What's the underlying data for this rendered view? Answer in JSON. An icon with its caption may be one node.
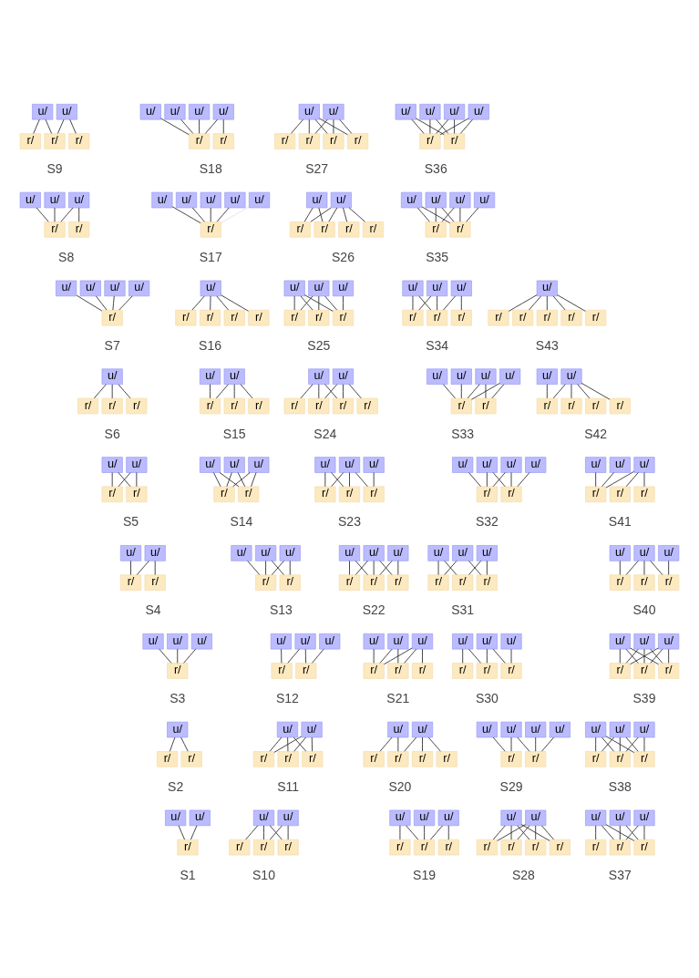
{
  "diagram": {
    "nodes": [
      {
        "text": [
          "u/"
        ]
      },
      {
        "text": [
          "u/"
        ]
      },
      {
        "text": [
          "r/"
        ]
      },
      {
        "text": [
          "r/"
        ]
      },
      {
        "text": [
          "r/"
        ]
      },
      {
        "text": [
          "u/"
        ]
      },
      {
        "text": [
          "u/"
        ]
      },
      {
        "text": [
          "u/"
        ]
      },
      {
        "text": [
          "u/"
        ]
      },
      {
        "text": [
          "r/"
        ]
      },
      {
        "text": [
          "r/"
        ]
      },
      {
        "text": [
          "u/"
        ]
      },
      {
        "text": [
          "u/"
        ]
      },
      {
        "text": [
          "r/"
        ]
      },
      {
        "text": [
          "r/"
        ]
      },
      {
        "text": [
          "r/"
        ]
      },
      {
        "text": [
          "r/"
        ]
      },
      {
        "text": [
          "u/"
        ]
      },
      {
        "text": [
          "u/"
        ]
      },
      {
        "text": [
          "u/"
        ]
      },
      {
        "text": [
          "u/"
        ]
      },
      {
        "text": [
          "r/"
        ]
      },
      {
        "text": [
          "r/"
        ]
      },
      {
        "text": [
          "u/"
        ]
      },
      {
        "text": [
          "u/"
        ]
      },
      {
        "text": [
          "u/"
        ]
      },
      {
        "text": [
          "r/"
        ]
      },
      {
        "text": [
          "r/"
        ]
      },
      {
        "text": [
          "u/"
        ]
      },
      {
        "text": [
          "u/"
        ]
      },
      {
        "text": [
          "u/"
        ]
      },
      {
        "text": [
          "u/"
        ]
      },
      {
        "text": [
          "u/"
        ]
      },
      {
        "text": [
          "r/"
        ]
      },
      {
        "text": [
          "u/"
        ]
      },
      {
        "text": [
          "u/"
        ]
      },
      {
        "text": [
          "r/"
        ]
      },
      {
        "text": [
          "r/"
        ]
      },
      {
        "text": [
          "r/"
        ]
      },
      {
        "text": [
          "r/"
        ]
      },
      {
        "text": [
          "u/"
        ]
      },
      {
        "text": [
          "u/"
        ]
      },
      {
        "text": [
          "u/"
        ]
      },
      {
        "text": [
          "u/"
        ]
      },
      {
        "text": [
          "r/"
        ]
      },
      {
        "text": [
          "r/"
        ]
      },
      {
        "text": [
          "u/"
        ]
      },
      {
        "text": [
          "u/"
        ]
      },
      {
        "text": [
          "u/"
        ]
      },
      {
        "text": [
          "u/"
        ]
      },
      {
        "text": [
          "r/"
        ]
      },
      {
        "text": [
          "u/"
        ]
      },
      {
        "text": [
          "r/"
        ]
      },
      {
        "text": [
          "r/"
        ]
      },
      {
        "text": [
          "r/"
        ]
      },
      {
        "text": [
          "r/"
        ]
      },
      {
        "text": [
          "u/"
        ]
      },
      {
        "text": [
          "u/"
        ]
      },
      {
        "text": [
          "u/"
        ]
      },
      {
        "text": [
          "r/"
        ]
      },
      {
        "text": [
          "r/"
        ]
      },
      {
        "text": [
          "r/"
        ]
      },
      {
        "text": [
          "u/"
        ]
      },
      {
        "text": [
          "u/"
        ]
      },
      {
        "text": [
          "u/"
        ]
      },
      {
        "text": [
          "r/"
        ]
      },
      {
        "text": [
          "r/"
        ]
      },
      {
        "text": [
          "r/"
        ]
      },
      {
        "text": [
          "u/"
        ]
      },
      {
        "text": [
          "r/"
        ]
      },
      {
        "text": [
          "r/"
        ]
      },
      {
        "text": [
          "r/"
        ]
      },
      {
        "text": [
          "r/"
        ]
      },
      {
        "text": [
          "r/"
        ]
      },
      {
        "text": [
          "u/"
        ]
      },
      {
        "text": [
          "r/"
        ]
      },
      {
        "text": [
          "r/"
        ]
      },
      {
        "text": [
          "r/"
        ]
      },
      {
        "text": [
          "u/"
        ]
      },
      {
        "text": [
          "u/"
        ]
      },
      {
        "text": [
          "r/"
        ]
      },
      {
        "text": [
          "r/"
        ]
      },
      {
        "text": [
          "r/"
        ]
      },
      {
        "text": [
          "u/"
        ]
      },
      {
        "text": [
          "u/"
        ]
      },
      {
        "text": [
          "r/"
        ]
      },
      {
        "text": [
          "r/"
        ]
      },
      {
        "text": [
          "r/"
        ]
      },
      {
        "text": [
          "r/"
        ]
      },
      {
        "text": [
          "u/"
        ]
      },
      {
        "text": [
          "u/"
        ]
      },
      {
        "text": [
          "u/"
        ]
      },
      {
        "text": [
          "u/"
        ]
      },
      {
        "text": [
          "r/"
        ]
      },
      {
        "text": [
          "r/"
        ]
      },
      {
        "text": [
          "u/"
        ]
      },
      {
        "text": [
          "u/"
        ]
      },
      {
        "text": [
          "r/"
        ]
      },
      {
        "text": [
          "r/"
        ]
      },
      {
        "text": [
          "r/"
        ]
      },
      {
        "text": [
          "r/"
        ]
      },
      {
        "text": [
          "u/"
        ]
      },
      {
        "text": [
          "u/"
        ]
      },
      {
        "text": [
          "r/"
        ]
      },
      {
        "text": [
          "r/"
        ]
      },
      {
        "text": [
          "u/"
        ]
      },
      {
        "text": [
          "u/"
        ]
      },
      {
        "text": [
          "u/"
        ]
      },
      {
        "text": [
          "r/"
        ]
      },
      {
        "text": [
          "r/"
        ]
      },
      {
        "text": [
          "u/"
        ]
      },
      {
        "text": [
          "u/"
        ]
      },
      {
        "text": [
          "u/"
        ]
      },
      {
        "text": [
          "r/"
        ]
      },
      {
        "text": [
          "r/"
        ]
      },
      {
        "text": [
          "r/"
        ]
      },
      {
        "text": [
          "u/"
        ]
      },
      {
        "text": [
          "u/"
        ]
      },
      {
        "text": [
          "u/"
        ]
      },
      {
        "text": [
          "u/"
        ]
      },
      {
        "text": [
          "r/"
        ]
      },
      {
        "text": [
          "r/"
        ]
      },
      {
        "text": [
          "u/"
        ]
      },
      {
        "text": [
          "u/"
        ]
      },
      {
        "text": [
          "u/"
        ]
      },
      {
        "text": [
          "r/"
        ]
      },
      {
        "text": [
          "r/"
        ]
      },
      {
        "text": [
          "r/"
        ]
      },
      {
        "text": [
          "u/"
        ]
      },
      {
        "text": [
          "u/"
        ]
      },
      {
        "text": [
          "r/"
        ]
      },
      {
        "text": [
          "r/"
        ]
      },
      {
        "text": [
          "u/"
        ]
      },
      {
        "text": [
          "u/"
        ]
      },
      {
        "text": [
          "u/"
        ]
      },
      {
        "text": [
          "r/"
        ]
      },
      {
        "text": [
          "r/"
        ]
      },
      {
        "text": [
          "u/"
        ]
      },
      {
        "text": [
          "u/"
        ]
      },
      {
        "text": [
          "u/"
        ]
      },
      {
        "text": [
          "r/"
        ]
      },
      {
        "text": [
          "r/"
        ]
      },
      {
        "text": [
          "r/"
        ]
      },
      {
        "text": [
          "u/"
        ]
      },
      {
        "text": [
          "u/"
        ]
      },
      {
        "text": [
          "u/"
        ]
      },
      {
        "text": [
          "r/"
        ]
      },
      {
        "text": [
          "r/"
        ]
      },
      {
        "text": [
          "r/"
        ]
      },
      {
        "text": [
          "u/"
        ]
      },
      {
        "text": [
          "u/"
        ]
      },
      {
        "text": [
          "u/"
        ]
      },
      {
        "text": [
          "r/"
        ]
      },
      {
        "text": [
          "r/"
        ]
      },
      {
        "text": [
          "r/"
        ]
      },
      {
        "text": [
          "u/"
        ]
      },
      {
        "text": [
          "u/"
        ]
      },
      {
        "text": [
          "u/"
        ]
      },
      {
        "text": [
          "r/"
        ]
      },
      {
        "text": [
          "u/"
        ]
      },
      {
        "text": [
          "u/"
        ]
      },
      {
        "text": [
          "u/"
        ]
      },
      {
        "text": [
          "r/"
        ]
      },
      {
        "text": [
          "r/"
        ]
      },
      {
        "text": [
          "u/"
        ]
      },
      {
        "text": [
          "u/"
        ]
      },
      {
        "text": [
          "u/"
        ]
      },
      {
        "text": [
          "r/"
        ]
      },
      {
        "text": [
          "r/"
        ]
      },
      {
        "text": [
          "r/"
        ]
      },
      {
        "text": [
          "u/"
        ]
      },
      {
        "text": [
          "u/"
        ]
      },
      {
        "text": [
          "u/"
        ]
      },
      {
        "text": [
          "r/"
        ]
      },
      {
        "text": [
          "r/"
        ]
      },
      {
        "text": [
          "r/"
        ]
      },
      {
        "text": [
          "u/"
        ]
      },
      {
        "text": [
          "u/"
        ]
      },
      {
        "text": [
          "u/"
        ]
      },
      {
        "text": [
          "r/"
        ]
      },
      {
        "text": [
          "r/"
        ]
      },
      {
        "text": [
          "r/"
        ]
      },
      {
        "text": [
          "u/"
        ]
      },
      {
        "text": [
          "r/"
        ]
      },
      {
        "text": [
          "r/"
        ]
      },
      {
        "text": [
          "u/"
        ]
      },
      {
        "text": [
          "u/"
        ]
      },
      {
        "text": [
          "r/"
        ]
      },
      {
        "text": [
          "r/"
        ]
      },
      {
        "text": [
          "r/"
        ]
      },
      {
        "text": [
          "u/"
        ]
      },
      {
        "text": [
          "u/"
        ]
      },
      {
        "text": [
          "r/"
        ]
      },
      {
        "text": [
          "r/"
        ]
      },
      {
        "text": [
          "r/"
        ]
      },
      {
        "text": [
          "r/"
        ]
      },
      {
        "text": [
          "u/"
        ]
      },
      {
        "text": [
          "u/"
        ]
      },
      {
        "text": [
          "u/"
        ]
      },
      {
        "text": [
          "u/"
        ]
      },
      {
        "text": [
          "r/"
        ]
      },
      {
        "text": [
          "r/"
        ]
      },
      {
        "text": [
          "u/"
        ]
      },
      {
        "text": [
          "u/"
        ]
      },
      {
        "text": [
          "u/"
        ]
      },
      {
        "text": [
          "r/"
        ]
      },
      {
        "text": [
          "r/"
        ]
      },
      {
        "text": [
          "r/"
        ]
      },
      {
        "text": [
          "u/"
        ]
      },
      {
        "text": [
          "u/"
        ]
      },
      {
        "text": [
          "r/"
        ]
      },
      {
        "text": [
          "u/"
        ]
      },
      {
        "text": [
          "u/"
        ]
      },
      {
        "text": [
          "r/"
        ]
      },
      {
        "text": [
          "r/"
        ]
      },
      {
        "text": [
          "r/"
        ]
      },
      {
        "text": [
          "u/"
        ]
      },
      {
        "text": [
          "u/"
        ]
      },
      {
        "text": [
          "u/"
        ]
      },
      {
        "text": [
          "r/"
        ]
      },
      {
        "text": [
          "r/"
        ]
      },
      {
        "text": [
          "r/"
        ]
      },
      {
        "text": [
          "u/"
        ]
      },
      {
        "text": [
          "u/"
        ]
      },
      {
        "text": [
          "r/"
        ]
      },
      {
        "text": [
          "r/"
        ]
      },
      {
        "text": [
          "r/"
        ]
      },
      {
        "text": [
          "r/"
        ]
      },
      {
        "text": [
          "u/"
        ]
      },
      {
        "text": [
          "u/"
        ]
      },
      {
        "text": [
          "u/"
        ]
      },
      {
        "text": [
          "r/"
        ]
      },
      {
        "text": [
          "r/"
        ]
      },
      {
        "text": [
          "r/"
        ]
      }
    ],
    "edges": [
      {
        "from": 0,
        "to": 2,
        "arrow": "none"
      },
      {
        "from": 0,
        "to": 3,
        "arrow": "none"
      },
      {
        "from": 1,
        "to": 3,
        "arrow": "none"
      },
      {
        "from": 1,
        "to": 4,
        "arrow": "none"
      },
      {
        "from": 5,
        "to": 9,
        "arrow": "none"
      },
      {
        "from": 6,
        "to": 9,
        "arrow": "none"
      },
      {
        "from": 7,
        "to": 9,
        "arrow": "none"
      },
      {
        "from": 8,
        "to": 9,
        "arrow": "none"
      },
      {
        "from": 8,
        "to": 10,
        "arrow": "none"
      },
      {
        "from": 11,
        "to": 13,
        "arrow": "none"
      },
      {
        "from": 11,
        "to": 14,
        "arrow": "none"
      },
      {
        "from": 11,
        "to": 15,
        "arrow": "none"
      },
      {
        "from": 12,
        "to": 13,
        "arrow": "none"
      },
      {
        "from": 12,
        "to": 14,
        "arrow": "none"
      },
      {
        "from": 12,
        "to": 15,
        "arrow": "none"
      },
      {
        "from": 12,
        "to": 16,
        "arrow": "none"
      },
      {
        "from": 17,
        "to": 21,
        "arrow": "none"
      },
      {
        "from": 17,
        "to": 22,
        "arrow": "none"
      },
      {
        "from": 18,
        "to": 21,
        "arrow": "none"
      },
      {
        "from": 18,
        "to": 22,
        "arrow": "none"
      },
      {
        "from": 19,
        "to": 21,
        "arrow": "none"
      },
      {
        "from": 19,
        "to": 22,
        "arrow": "none"
      },
      {
        "from": 20,
        "to": 21,
        "arrow": "none"
      },
      {
        "from": 20,
        "to": 22,
        "arrow": "none"
      },
      {
        "from": 23,
        "to": 26,
        "arrow": "none"
      },
      {
        "from": 24,
        "to": 26,
        "arrow": "none"
      },
      {
        "from": 25,
        "to": 26,
        "arrow": "none"
      },
      {
        "from": 25,
        "to": 27,
        "arrow": "none"
      },
      {
        "from": 28,
        "to": 33,
        "arrow": "none"
      },
      {
        "from": 29,
        "to": 33,
        "arrow": "none"
      },
      {
        "from": 30,
        "to": 33,
        "arrow": "none",
        "color": "#dddddd"
      },
      {
        "from": 31,
        "to": 33,
        "arrow": "none"
      },
      {
        "from": 32,
        "to": 33,
        "arrow": "none"
      },
      {
        "from": 34,
        "to": 36,
        "arrow": "none"
      },
      {
        "from": 34,
        "to": 37,
        "arrow": "none"
      },
      {
        "from": 35,
        "to": 36,
        "arrow": "none"
      },
      {
        "from": 35,
        "to": 37,
        "arrow": "none"
      },
      {
        "from": 35,
        "to": 38,
        "arrow": "none"
      },
      {
        "from": 35,
        "to": 39,
        "arrow": "none"
      },
      {
        "from": 40,
        "to": 44,
        "arrow": "none"
      },
      {
        "from": 40,
        "to": 45,
        "arrow": "none"
      },
      {
        "from": 41,
        "to": 44,
        "arrow": "none"
      },
      {
        "from": 41,
        "to": 45,
        "arrow": "none"
      },
      {
        "from": 42,
        "to": 44,
        "arrow": "none"
      },
      {
        "from": 42,
        "to": 45,
        "arrow": "none"
      },
      {
        "from": 43,
        "to": 45,
        "arrow": "none"
      },
      {
        "from": 46,
        "to": 50,
        "arrow": "none"
      },
      {
        "from": 47,
        "to": 50,
        "arrow": "none"
      },
      {
        "from": 48,
        "to": 50,
        "arrow": "none"
      },
      {
        "from": 49,
        "to": 50,
        "arrow": "none"
      },
      {
        "from": 51,
        "to": 52,
        "arrow": "none"
      },
      {
        "from": 51,
        "to": 53,
        "arrow": "none"
      },
      {
        "from": 51,
        "to": 54,
        "arrow": "none"
      },
      {
        "from": 51,
        "to": 55,
        "arrow": "none"
      },
      {
        "from": 56,
        "to": 59,
        "arrow": "none"
      },
      {
        "from": 57,
        "to": 59,
        "arrow": "none"
      },
      {
        "from": 57,
        "to": 60,
        "arrow": "none"
      },
      {
        "from": 57,
        "to": 61,
        "arrow": "none"
      },
      {
        "from": 58,
        "to": 59,
        "arrow": "none"
      },
      {
        "from": 58,
        "to": 60,
        "arrow": "none"
      },
      {
        "from": 58,
        "to": 61,
        "arrow": "none"
      },
      {
        "from": 62,
        "to": 65,
        "arrow": "none"
      },
      {
        "from": 62,
        "to": 66,
        "arrow": "none"
      },
      {
        "from": 63,
        "to": 65,
        "arrow": "none"
      },
      {
        "from": 63,
        "to": 66,
        "arrow": "none"
      },
      {
        "from": 64,
        "to": 66,
        "arrow": "none"
      },
      {
        "from": 64,
        "to": 67,
        "arrow": "none"
      },
      {
        "from": 68,
        "to": 69,
        "arrow": "none"
      },
      {
        "from": 68,
        "to": 70,
        "arrow": "none"
      },
      {
        "from": 68,
        "to": 71,
        "arrow": "none"
      },
      {
        "from": 68,
        "to": 72,
        "arrow": "none"
      },
      {
        "from": 68,
        "to": 73,
        "arrow": "none"
      },
      {
        "from": 74,
        "to": 75,
        "arrow": "none"
      },
      {
        "from": 74,
        "to": 76,
        "arrow": "none"
      },
      {
        "from": 74,
        "to": 77,
        "arrow": "none"
      },
      {
        "from": 78,
        "to": 80,
        "arrow": "none"
      },
      {
        "from": 79,
        "to": 80,
        "arrow": "none"
      },
      {
        "from": 79,
        "to": 81,
        "arrow": "none"
      },
      {
        "from": 79,
        "to": 82,
        "arrow": "none"
      },
      {
        "from": 83,
        "to": 85,
        "arrow": "none"
      },
      {
        "from": 83,
        "to": 86,
        "arrow": "none"
      },
      {
        "from": 83,
        "to": 87,
        "arrow": "none"
      },
      {
        "from": 84,
        "to": 86,
        "arrow": "none"
      },
      {
        "from": 84,
        "to": 87,
        "arrow": "none"
      },
      {
        "from": 84,
        "to": 88,
        "arrow": "none"
      },
      {
        "from": 89,
        "to": 93,
        "arrow": "none"
      },
      {
        "from": 90,
        "to": 93,
        "arrow": "none"
      },
      {
        "from": 91,
        "to": 93,
        "arrow": "none"
      },
      {
        "from": 91,
        "to": 94,
        "arrow": "none"
      },
      {
        "from": 92,
        "to": 93,
        "arrow": "none"
      },
      {
        "from": 92,
        "to": 94,
        "arrow": "none"
      },
      {
        "from": 95,
        "to": 97,
        "arrow": "none"
      },
      {
        "from": 96,
        "to": 97,
        "arrow": "none"
      },
      {
        "from": 96,
        "to": 98,
        "arrow": "none"
      },
      {
        "from": 96,
        "to": 99,
        "arrow": "none"
      },
      {
        "from": 96,
        "to": 100,
        "arrow": "none"
      },
      {
        "from": 101,
        "to": 103,
        "arrow": "none"
      },
      {
        "from": 101,
        "to": 104,
        "arrow": "none"
      },
      {
        "from": 102,
        "to": 103,
        "arrow": "none"
      },
      {
        "from": 102,
        "to": 104,
        "arrow": "none"
      },
      {
        "from": 105,
        "to": 108,
        "arrow": "none"
      },
      {
        "from": 105,
        "to": 109,
        "arrow": "none"
      },
      {
        "from": 106,
        "to": 108,
        "arrow": "none"
      },
      {
        "from": 106,
        "to": 109,
        "arrow": "none"
      },
      {
        "from": 107,
        "to": 108,
        "arrow": "none"
      },
      {
        "from": 107,
        "to": 109,
        "arrow": "none"
      },
      {
        "from": 110,
        "to": 113,
        "arrow": "none"
      },
      {
        "from": 110,
        "to": 114,
        "arrow": "none"
      },
      {
        "from": 111,
        "to": 113,
        "arrow": "none"
      },
      {
        "from": 111,
        "to": 114,
        "arrow": "none"
      },
      {
        "from": 111,
        "to": 115,
        "arrow": "none"
      },
      {
        "from": 112,
        "to": 115,
        "arrow": "none"
      },
      {
        "from": 116,
        "to": 120,
        "arrow": "none"
      },
      {
        "from": 117,
        "to": 120,
        "arrow": "none"
      },
      {
        "from": 117,
        "to": 121,
        "arrow": "none"
      },
      {
        "from": 118,
        "to": 120,
        "arrow": "none"
      },
      {
        "from": 118,
        "to": 121,
        "arrow": "none"
      },
      {
        "from": 119,
        "to": 121,
        "arrow": "none"
      },
      {
        "from": 122,
        "to": 125,
        "arrow": "none"
      },
      {
        "from": 123,
        "to": 125,
        "arrow": "none"
      },
      {
        "from": 124,
        "to": 125,
        "arrow": "none"
      },
      {
        "from": 124,
        "to": 126,
        "arrow": "none"
      },
      {
        "from": 124,
        "to": 127,
        "arrow": "none"
      },
      {
        "from": 128,
        "to": 130,
        "arrow": "none"
      },
      {
        "from": 129,
        "to": 130,
        "arrow": "none"
      },
      {
        "from": 129,
        "to": 131,
        "arrow": "none"
      },
      {
        "from": 132,
        "to": 135,
        "arrow": "none"
      },
      {
        "from": 133,
        "to": 135,
        "arrow": "none"
      },
      {
        "from": 133,
        "to": 136,
        "arrow": "none"
      },
      {
        "from": 134,
        "to": 135,
        "arrow": "none"
      },
      {
        "from": 134,
        "to": 136,
        "arrow": "none"
      },
      {
        "from": 137,
        "to": 140,
        "arrow": "none"
      },
      {
        "from": 137,
        "to": 141,
        "arrow": "none"
      },
      {
        "from": 138,
        "to": 140,
        "arrow": "none"
      },
      {
        "from": 138,
        "to": 141,
        "arrow": "none"
      },
      {
        "from": 138,
        "to": 142,
        "arrow": "none"
      },
      {
        "from": 139,
        "to": 141,
        "arrow": "none"
      },
      {
        "from": 139,
        "to": 142,
        "arrow": "none"
      },
      {
        "from": 143,
        "to": 146,
        "arrow": "none"
      },
      {
        "from": 143,
        "to": 147,
        "arrow": "none"
      },
      {
        "from": 144,
        "to": 146,
        "arrow": "none"
      },
      {
        "from": 144,
        "to": 148,
        "arrow": "none"
      },
      {
        "from": 145,
        "to": 147,
        "arrow": "none"
      },
      {
        "from": 145,
        "to": 148,
        "arrow": "none"
      },
      {
        "from": 149,
        "to": 152,
        "arrow": "none"
      },
      {
        "from": 150,
        "to": 152,
        "arrow": "none"
      },
      {
        "from": 150,
        "to": 153,
        "arrow": "none"
      },
      {
        "from": 150,
        "to": 154,
        "arrow": "none"
      },
      {
        "from": 151,
        "to": 154,
        "arrow": "none"
      },
      {
        "from": 155,
        "to": 158,
        "arrow": "none"
      },
      {
        "from": 156,
        "to": 158,
        "arrow": "none"
      },
      {
        "from": 157,
        "to": 158,
        "arrow": "none"
      },
      {
        "from": 159,
        "to": 162,
        "arrow": "none"
      },
      {
        "from": 160,
        "to": 162,
        "arrow": "none"
      },
      {
        "from": 160,
        "to": 163,
        "arrow": "none"
      },
      {
        "from": 161,
        "to": 163,
        "arrow": "none"
      },
      {
        "from": 164,
        "to": 167,
        "arrow": "none"
      },
      {
        "from": 165,
        "to": 167,
        "arrow": "none"
      },
      {
        "from": 165,
        "to": 168,
        "arrow": "none"
      },
      {
        "from": 166,
        "to": 167,
        "arrow": "none"
      },
      {
        "from": 166,
        "to": 168,
        "arrow": "none"
      },
      {
        "from": 166,
        "to": 169,
        "arrow": "none"
      },
      {
        "from": 170,
        "to": 173,
        "arrow": "none"
      },
      {
        "from": 170,
        "to": 174,
        "arrow": "none"
      },
      {
        "from": 171,
        "to": 174,
        "arrow": "none"
      },
      {
        "from": 171,
        "to": 175,
        "arrow": "none"
      },
      {
        "from": 172,
        "to": 175,
        "arrow": "none"
      },
      {
        "from": 176,
        "to": 179,
        "arrow": "none"
      },
      {
        "from": 176,
        "to": 180,
        "arrow": "none"
      },
      {
        "from": 176,
        "to": 181,
        "arrow": "none"
      },
      {
        "from": 177,
        "to": 179,
        "arrow": "none"
      },
      {
        "from": 177,
        "to": 180,
        "arrow": "none"
      },
      {
        "from": 177,
        "to": 181,
        "arrow": "none"
      },
      {
        "from": 178,
        "to": 179,
        "arrow": "none"
      },
      {
        "from": 178,
        "to": 180,
        "arrow": "none"
      },
      {
        "from": 178,
        "to": 181,
        "arrow": "none"
      },
      {
        "from": 182,
        "to": 183,
        "arrow": "none"
      },
      {
        "from": 182,
        "to": 184,
        "arrow": "none"
      },
      {
        "from": 185,
        "to": 187,
        "arrow": "none"
      },
      {
        "from": 185,
        "to": 188,
        "arrow": "none"
      },
      {
        "from": 185,
        "to": 189,
        "arrow": "none"
      },
      {
        "from": 186,
        "to": 187,
        "arrow": "none"
      },
      {
        "from": 186,
        "to": 188,
        "arrow": "none"
      },
      {
        "from": 186,
        "to": 189,
        "arrow": "none"
      },
      {
        "from": 190,
        "to": 192,
        "arrow": "none"
      },
      {
        "from": 190,
        "to": 193,
        "arrow": "none"
      },
      {
        "from": 191,
        "to": 193,
        "arrow": "none"
      },
      {
        "from": 191,
        "to": 194,
        "arrow": "none"
      },
      {
        "from": 191,
        "to": 195,
        "arrow": "none"
      },
      {
        "from": 196,
        "to": 200,
        "arrow": "none"
      },
      {
        "from": 197,
        "to": 200,
        "arrow": "none"
      },
      {
        "from": 197,
        "to": 201,
        "arrow": "none"
      },
      {
        "from": 198,
        "to": 201,
        "arrow": "none"
      },
      {
        "from": 199,
        "to": 201,
        "arrow": "none"
      },
      {
        "from": 202,
        "to": 205,
        "arrow": "none"
      },
      {
        "from": 202,
        "to": 206,
        "arrow": "none"
      },
      {
        "from": 203,
        "to": 205,
        "arrow": "none"
      },
      {
        "from": 203,
        "to": 206,
        "arrow": "none"
      },
      {
        "from": 203,
        "to": 207,
        "arrow": "none"
      },
      {
        "from": 204,
        "to": 205,
        "arrow": "none"
      },
      {
        "from": 204,
        "to": 206,
        "arrow": "none"
      },
      {
        "from": 204,
        "to": 207,
        "arrow": "none"
      },
      {
        "from": 208,
        "to": 210,
        "arrow": "none"
      },
      {
        "from": 209,
        "to": 210,
        "arrow": "none"
      },
      {
        "from": 211,
        "to": 213,
        "arrow": "none"
      },
      {
        "from": 211,
        "to": 214,
        "arrow": "none"
      },
      {
        "from": 212,
        "to": 213,
        "arrow": "none"
      },
      {
        "from": 212,
        "to": 214,
        "arrow": "none"
      },
      {
        "from": 212,
        "to": 215,
        "arrow": "none"
      },
      {
        "from": 216,
        "to": 219,
        "arrow": "none"
      },
      {
        "from": 216,
        "to": 220,
        "arrow": "none"
      },
      {
        "from": 217,
        "to": 220,
        "arrow": "none"
      },
      {
        "from": 218,
        "to": 220,
        "arrow": "none"
      },
      {
        "from": 218,
        "to": 221,
        "arrow": "none"
      },
      {
        "from": 222,
        "to": 224,
        "arrow": "none"
      },
      {
        "from": 222,
        "to": 225,
        "arrow": "none"
      },
      {
        "from": 222,
        "to": 226,
        "arrow": "none"
      },
      {
        "from": 222,
        "to": 227,
        "arrow": "none"
      },
      {
        "from": 223,
        "to": 224,
        "arrow": "none"
      },
      {
        "from": 223,
        "to": 225,
        "arrow": "none"
      },
      {
        "from": 223,
        "to": 226,
        "arrow": "none"
      },
      {
        "from": 223,
        "to": 227,
        "arrow": "none"
      },
      {
        "from": 228,
        "to": 231,
        "arrow": "none"
      },
      {
        "from": 228,
        "to": 232,
        "arrow": "none"
      },
      {
        "from": 229,
        "to": 231,
        "arrow": "none"
      },
      {
        "from": 229,
        "to": 232,
        "arrow": "none"
      },
      {
        "from": 230,
        "to": 231,
        "arrow": "none"
      },
      {
        "from": 230,
        "to": 232,
        "arrow": "none"
      },
      {
        "from": 230,
        "to": 233,
        "arrow": "none"
      }
    ],
    "labels": [
      "S9",
      "S18",
      "S27",
      "S36",
      "S8",
      "S17",
      "S26",
      "S35",
      "S7",
      "S16",
      "S25",
      "S34",
      "S43",
      "S6",
      "S15",
      "S24",
      "S33",
      "S42",
      "S5",
      "S14",
      "S23",
      "S32",
      "S41",
      "S4",
      "S13",
      "S22",
      "S31",
      "S40",
      "S3",
      "S12",
      "S21",
      "S30",
      "S39",
      "S2",
      "S11",
      "S20",
      "S29",
      "S38",
      "S1",
      "S10",
      "S19",
      "S28",
      "S37"
    ]
  }
}
